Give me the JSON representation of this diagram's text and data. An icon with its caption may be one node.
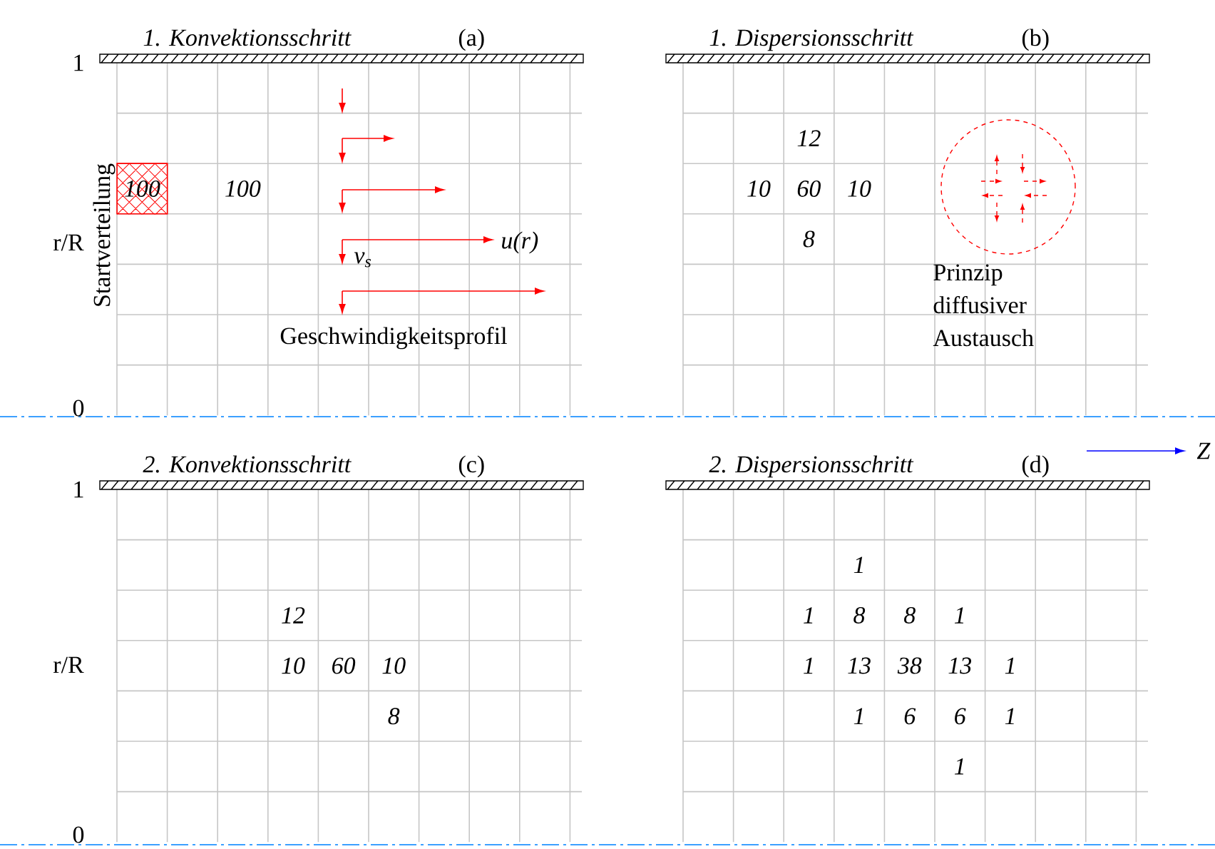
{
  "diagram": {
    "nodes": [
      {
        "text": [
          "100"
        ]
      }
    ],
    "labels": [
      "1. Konvektionsschritt",
      "(a)",
      "1",
      "Startverteilung",
      "r/R",
      "100",
      "u(r)",
      "v$_{s}$",
      "Geschwindigkeitsprofil",
      "0",
      "1. Dispersionsschritt",
      "(b)",
      "12",
      "10",
      "60",
      "10",
      "8",
      "Prinzip diffusiver Austausch",
      "Z",
      "2. Konvektionsschritt",
      "(c)",
      "1",
      "r/R",
      "12",
      "10",
      "60",
      "10",
      "8",
      "0",
      "2. Dispersionsschritt",
      "(d)",
      "1",
      "1",
      "8",
      "8",
      "1",
      "1",
      "13",
      "38",
      "13",
      "1",
      "1",
      "6",
      "6",
      "1",
      "1"
    ]
  }
}
